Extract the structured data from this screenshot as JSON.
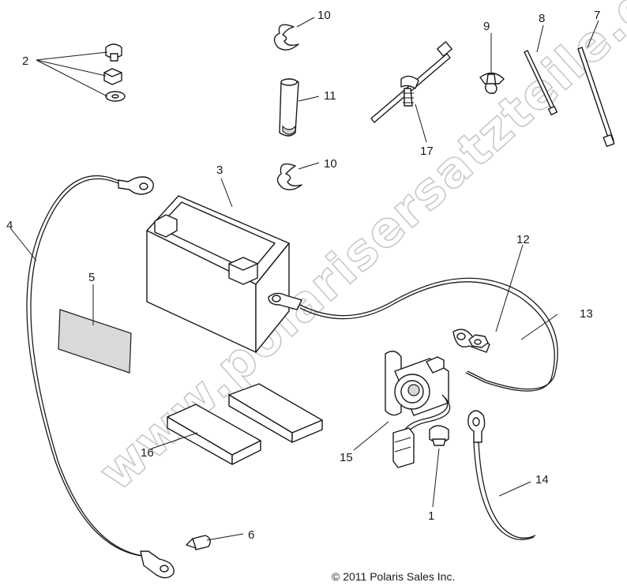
{
  "watermark": "www.polarisersatzteile.de",
  "copyright": "© 2011 Polaris Sales Inc.",
  "callouts": {
    "c1": "1",
    "c2": "2",
    "c3": "3",
    "c4": "4",
    "c5": "5",
    "c6": "6",
    "c7": "7",
    "c8": "8",
    "c9": "9",
    "c10a": "10",
    "c10b": "10",
    "c11": "11",
    "c12": "12",
    "c13": "13",
    "c14": "14",
    "c15": "15",
    "c16": "16",
    "c17": "17"
  }
}
